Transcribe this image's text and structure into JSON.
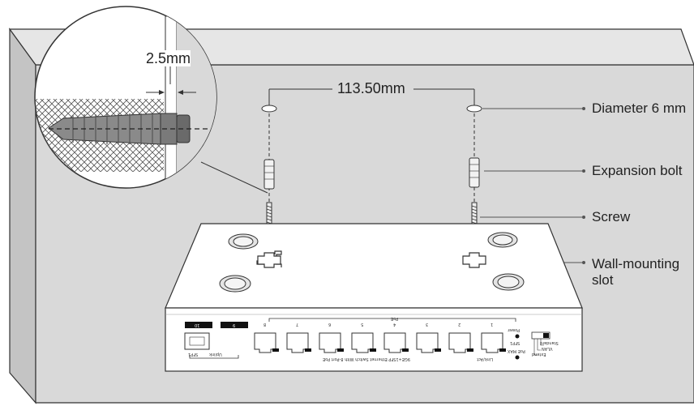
{
  "colors": {
    "wall_face": "#d9d9d9",
    "wall_side": "#c4c4c4",
    "outline": "#333333",
    "device": "#ffffff",
    "port_accent": "#111111"
  },
  "dimensions": {
    "hole_spacing": "113.50mm",
    "wall_gap": "2.5mm"
  },
  "callouts": {
    "diameter": "Diameter 6 mm",
    "expansion_bolt": "Expansion bolt",
    "screw": "Screw",
    "wall_mounting_slot": "Wall-mounting slot"
  },
  "device_panel": {
    "model_text": "9GE+1SFP Ethernet Switch With 8-Port PoE",
    "port_numbers": [
      "1",
      "2",
      "3",
      "4",
      "5",
      "6",
      "7",
      "8"
    ],
    "uplink_numbers": [
      "9",
      "10"
    ],
    "poe_label": "PoE",
    "uplink_label": "Uplink",
    "sfp_label": "SFP1",
    "power_label": "Power",
    "sfp_led_label": "SFP1",
    "poe_max_label": "PoE MAX",
    "link_act_label": "Link/Act",
    "switch_labels": [
      "Standard",
      "VLAN",
      "Extend"
    ]
  },
  "icons": [
    "zoom-detail-circle",
    "expansion-bolt-icon",
    "screw-icon",
    "mounting-slot-icon"
  ]
}
